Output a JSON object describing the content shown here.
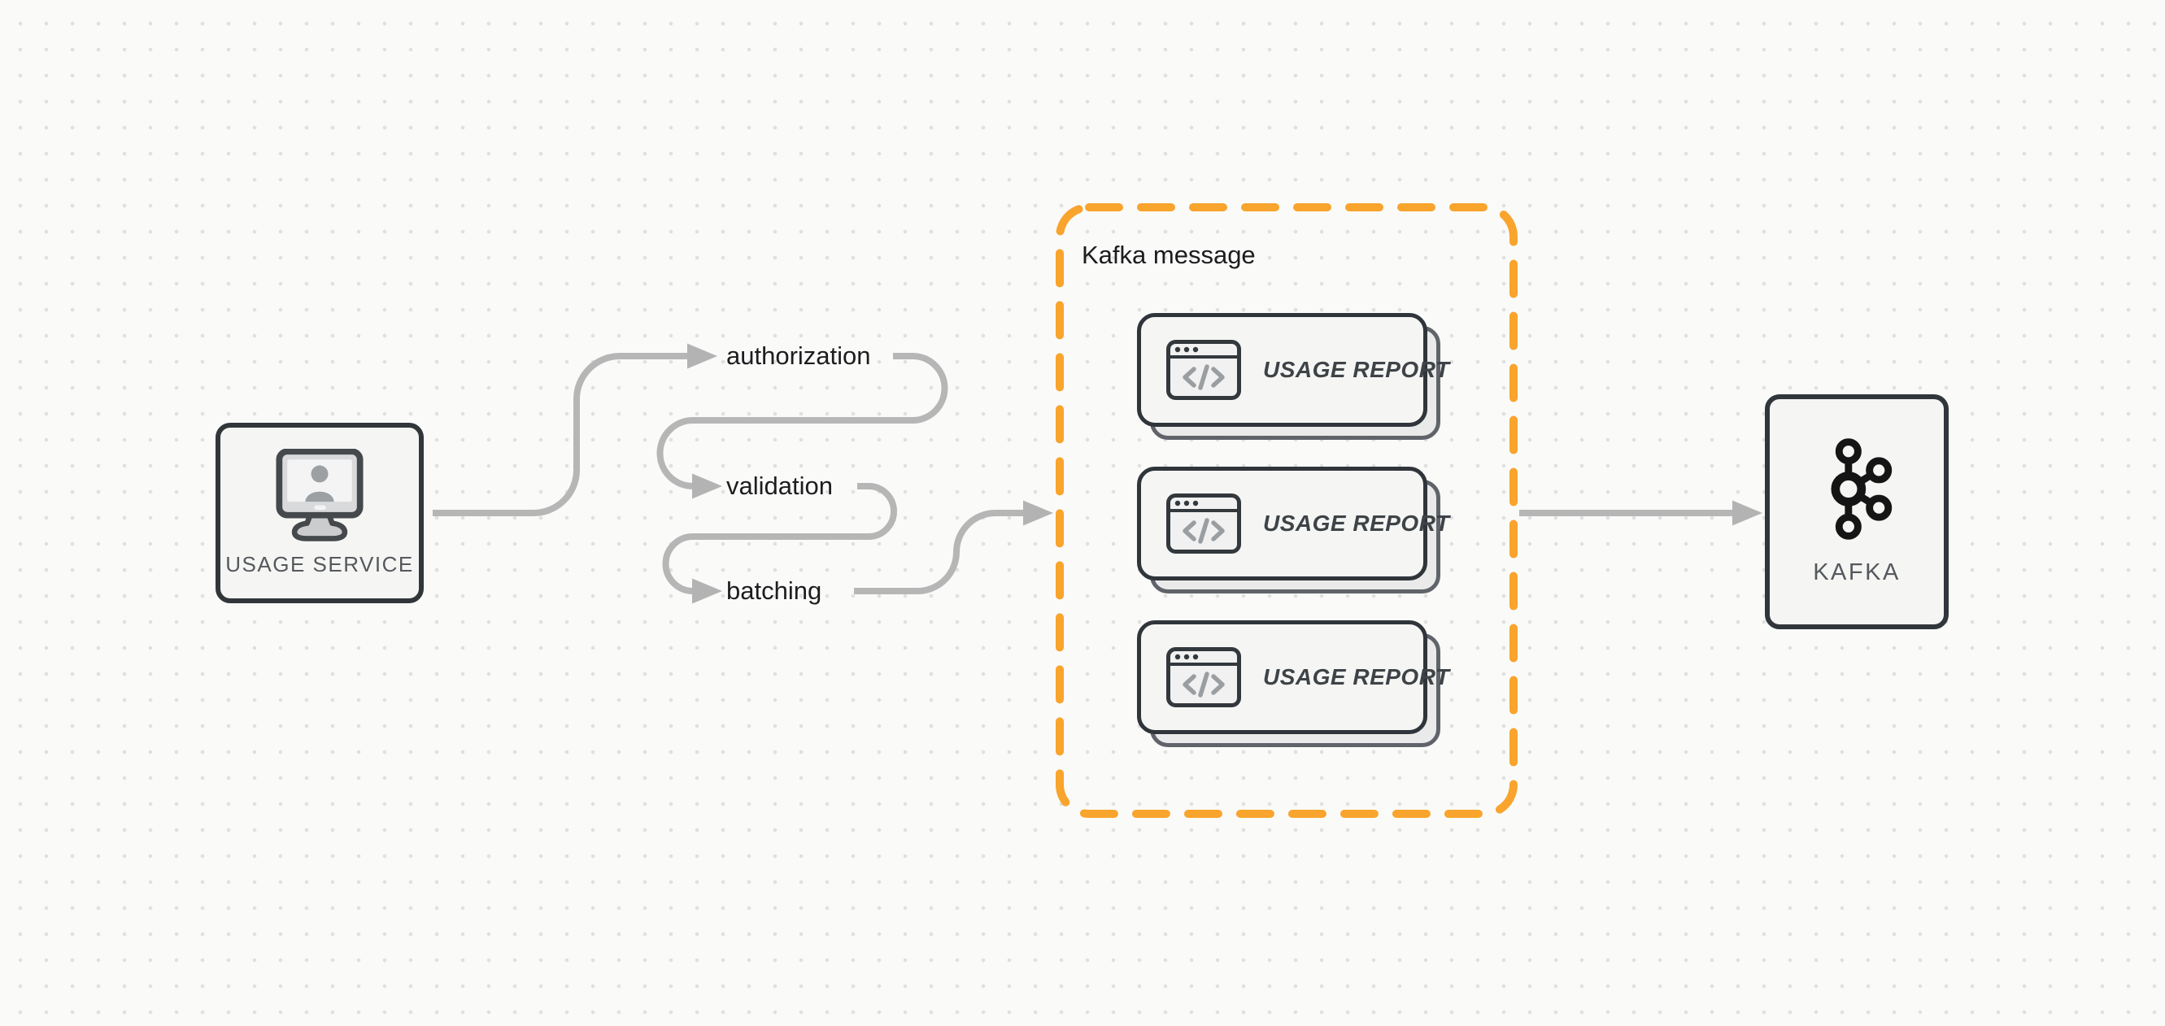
{
  "colors": {
    "background": "#fafaf9",
    "dot_grid": "#e0e0e0",
    "accent_orange": "#f9a42c",
    "arrow_gray": "#b5b6b5",
    "dark_border": "#31363b",
    "node_fill": "#f5f6f4",
    "muted_label": "#55585c"
  },
  "usage_service": {
    "label": "USAGE SERVICE",
    "icon": "monitor-user-icon"
  },
  "flow_steps": [
    {
      "label": "authorization"
    },
    {
      "label": "validation"
    },
    {
      "label": "batching"
    }
  ],
  "kafka_message": {
    "title": "Kafka message",
    "cards": [
      {
        "label": "USAGE REPORT",
        "icon": "code-window-icon"
      },
      {
        "label": "USAGE REPORT",
        "icon": "code-window-icon"
      },
      {
        "label": "USAGE REPORT",
        "icon": "code-window-icon"
      }
    ]
  },
  "kafka": {
    "label": "KAFKA",
    "icon": "kafka-logo-icon"
  }
}
